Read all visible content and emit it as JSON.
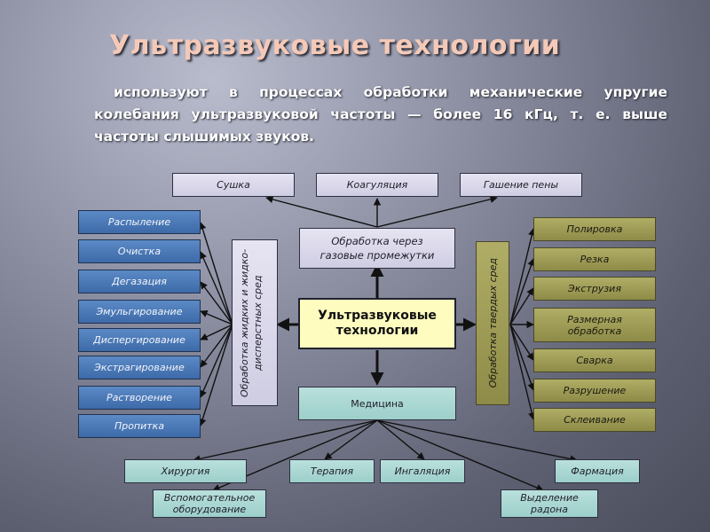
{
  "title": "Ультразвуковые технологии",
  "subtitle": "используют в процессах обработки механические упругие колебания ультразвуковой частоты — более 16 кГц, т. е. выше частоты слышимых звуков.",
  "diagram": {
    "center": "Ультразвуковые технологии",
    "gas": {
      "label": "Обработка через газовые промежутки",
      "items": [
        "Сушка",
        "Коагуляция",
        "Гашение пены"
      ]
    },
    "liquid": {
      "label": "Обработка жидких и жидко-дисперстных сред",
      "items": [
        "Распыление",
        "Очистка",
        "Дегазация",
        "Эмульгирование",
        "Диспергирование",
        "Экстрагирование",
        "Растворение",
        "Пропитка"
      ]
    },
    "solid": {
      "label": "Обработка твердых сред",
      "items": [
        "Полировка",
        "Резка",
        "Экструзия",
        "Размерная обработка",
        "Сварка",
        "Разрушение",
        "Склеивание"
      ]
    },
    "medicine": {
      "label": "Медицина",
      "items": [
        "Хирургия",
        "Терапия",
        "Ингаляция",
        "Фармация",
        "Вспомогательное оборудование",
        "Выделение радона"
      ]
    }
  },
  "colors": {
    "title": "#f4c9b8",
    "liquid_boxes": "#4a78b6",
    "solid_boxes": "#a3a05a",
    "gas_boxes": "#dddbec",
    "medicine_boxes": "#acd8d4",
    "center_box": "#fffcc0"
  }
}
